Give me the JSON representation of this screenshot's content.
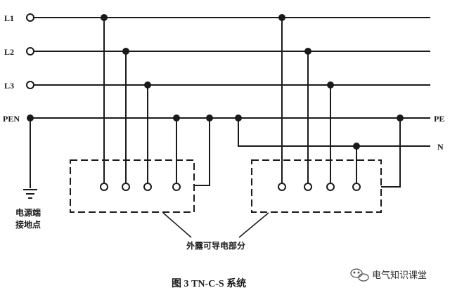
{
  "labels": {
    "L1": "L1",
    "L2": "L2",
    "L3": "L3",
    "PEN": "PEN",
    "PE": "PE",
    "N": "N",
    "ground_line1": "电源端",
    "ground_line2": "接地点",
    "exposed_parts": "外露可导电部分",
    "figure_caption": "图 3 TN-C-S 系统",
    "watermark": "电气知识课堂"
  },
  "icons": {
    "watermark_icon": "wechat-chat-bubble-icon",
    "ground": "earth-ground-icon"
  },
  "colors": {
    "line": "#1a1a1a",
    "background": "#ffffff"
  }
}
